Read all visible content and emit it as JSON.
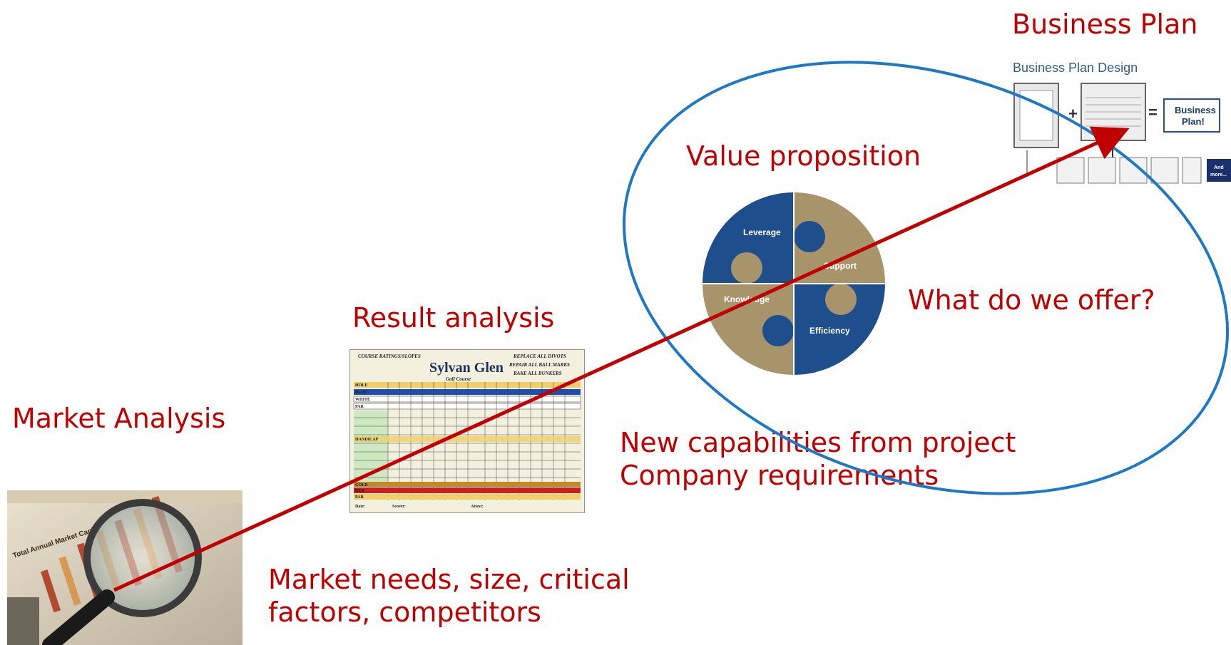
{
  "labels": {
    "market_analysis": "Market Analysis",
    "result_analysis": "Result analysis",
    "value_proposition": "Value proposition",
    "business_plan": "Business Plan",
    "what_offer": "What do we offer?",
    "capabilities": "New capabilities from project\nCompany requirements",
    "market_needs": "Market needs, size, critical\nfactors, competitors"
  },
  "business_plan_image": {
    "title": "Business Plan Design",
    "result_box": "Business\nPlan!",
    "more_box": "And\nmore..."
  },
  "scorecard_image": {
    "course_name": "Sylvan Glen",
    "course_subtitle": "Golf Course",
    "header_left": "COURSE RATINGS/SLOPES",
    "header_right": [
      "REPLACE ALL DIVOTS",
      "REPAIR ALL BALL MARKS",
      "RAKE ALL BUNKERS"
    ],
    "row_labels": [
      "HOLE",
      "BLUE",
      "WHITE",
      "PAR",
      "HANDICAP",
      "GOLD",
      "RED",
      "PAR"
    ],
    "footer": [
      "Date:",
      "Scorer:",
      "Attest:"
    ]
  },
  "puzzle_image": {
    "pieces": [
      "Leverage",
      "Support",
      "Knowledge",
      "Efficiency"
    ]
  },
  "magnifier_image": {
    "headline": "Total Annual Market Capit"
  },
  "colors": {
    "label_text": "#c00000",
    "arrow": "#c00000",
    "ellipse": "#1f78c4",
    "puzzle_blue": "#1f4e8c",
    "puzzle_gold": "#a8946a"
  }
}
